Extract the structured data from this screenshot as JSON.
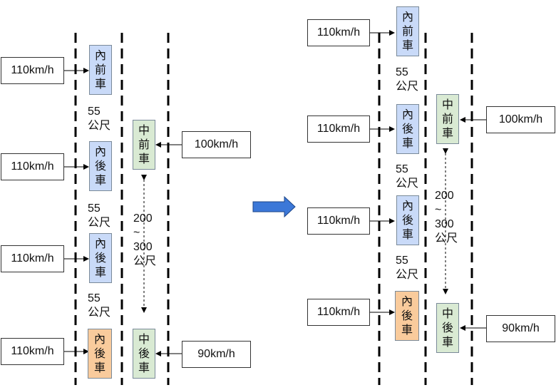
{
  "colors": {
    "inner_car": "#c9daf8",
    "middle_car": "#d9ead3",
    "highlight_car": "#f9cb9c",
    "transition_arrow": "#3c78d8"
  },
  "lane_markers": {
    "style": "dashed"
  },
  "left_scene": {
    "inner_lane": {
      "cars": [
        {
          "id": "front",
          "lines": [
            "內",
            "前",
            "車"
          ],
          "speed": "110km/h",
          "variant": "inner"
        },
        {
          "id": "rear1",
          "lines": [
            "內",
            "後",
            "車"
          ],
          "speed": "110km/h",
          "variant": "inner"
        },
        {
          "id": "rear2",
          "lines": [
            "內",
            "後",
            "車"
          ],
          "speed": "110km/h",
          "variant": "inner"
        },
        {
          "id": "rear3",
          "lines": [
            "內",
            "後",
            "車"
          ],
          "speed": "110km/h",
          "variant": "highlight"
        }
      ],
      "gaps": [
        {
          "value": "55",
          "unit": "公尺"
        },
        {
          "value": "55",
          "unit": "公尺"
        },
        {
          "value": "55",
          "unit": "公尺"
        }
      ]
    },
    "middle_lane": {
      "front_car": {
        "lines": [
          "中",
          "前",
          "車"
        ],
        "speed": "100km/h"
      },
      "rear_car": {
        "lines": [
          "中",
          "後",
          "車"
        ],
        "speed": "90km/h"
      },
      "gap": {
        "lines": [
          "200",
          "~",
          "300",
          "公尺"
        ]
      }
    }
  },
  "right_scene": {
    "inner_lane": {
      "cars": [
        {
          "id": "front",
          "lines": [
            "內",
            "前",
            "車"
          ],
          "speed": "110km/h",
          "variant": "inner"
        },
        {
          "id": "rear1",
          "lines": [
            "內",
            "後",
            "車"
          ],
          "speed": "110km/h",
          "variant": "inner"
        },
        {
          "id": "rear2",
          "lines": [
            "內",
            "後",
            "車"
          ],
          "speed": "110km/h",
          "variant": "inner"
        },
        {
          "id": "rear3",
          "lines": [
            "內",
            "後",
            "車"
          ],
          "speed": "110km/h",
          "variant": "highlight"
        }
      ],
      "gaps": [
        {
          "value": "55",
          "unit": "公尺"
        },
        {
          "value": "55",
          "unit": "公尺"
        },
        {
          "value": "55",
          "unit": "公尺"
        }
      ]
    },
    "middle_lane": {
      "front_car": {
        "lines": [
          "中",
          "前",
          "車"
        ],
        "speed": "100km/h"
      },
      "rear_car": {
        "lines": [
          "中",
          "後",
          "車"
        ],
        "speed": "90km/h"
      },
      "gap": {
        "lines": [
          "200",
          "~",
          "300",
          "公尺"
        ]
      }
    }
  }
}
